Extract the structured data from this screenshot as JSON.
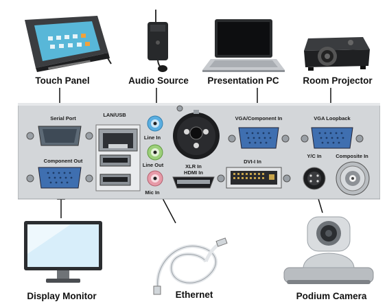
{
  "devices": {
    "touch_panel": "Touch Panel",
    "audio_source": "Audio Source",
    "presentation_pc": "Presentation PC",
    "room_projector": "Room Projector",
    "display_monitor": "Display Monitor",
    "ethernet": "Ethernet",
    "podium_camera": "Podium Camera"
  },
  "ports": {
    "serial_port": "Serial Port",
    "lan_usb": "LAN/USB",
    "line_in": "Line In",
    "line_out": "Line Out",
    "mic_in": "Mic In",
    "xlr_in": "XLR In",
    "hdmi_in": "HDMI In",
    "vga_component_in": "VGA/Component In",
    "vga_loopback": "VGA Loopback",
    "component_out": "Component Out",
    "dvi_i_in": "DVI-I In",
    "yc_in": "Y/C In",
    "composite_in": "Composite In"
  },
  "colors": {
    "panel": "#cfd3d6",
    "vga_blue": "#3f6fb0",
    "line_in_jack": "#5aaee0",
    "line_out_jack": "#9ccf7a",
    "mic_in_jack": "#e79aa8"
  }
}
